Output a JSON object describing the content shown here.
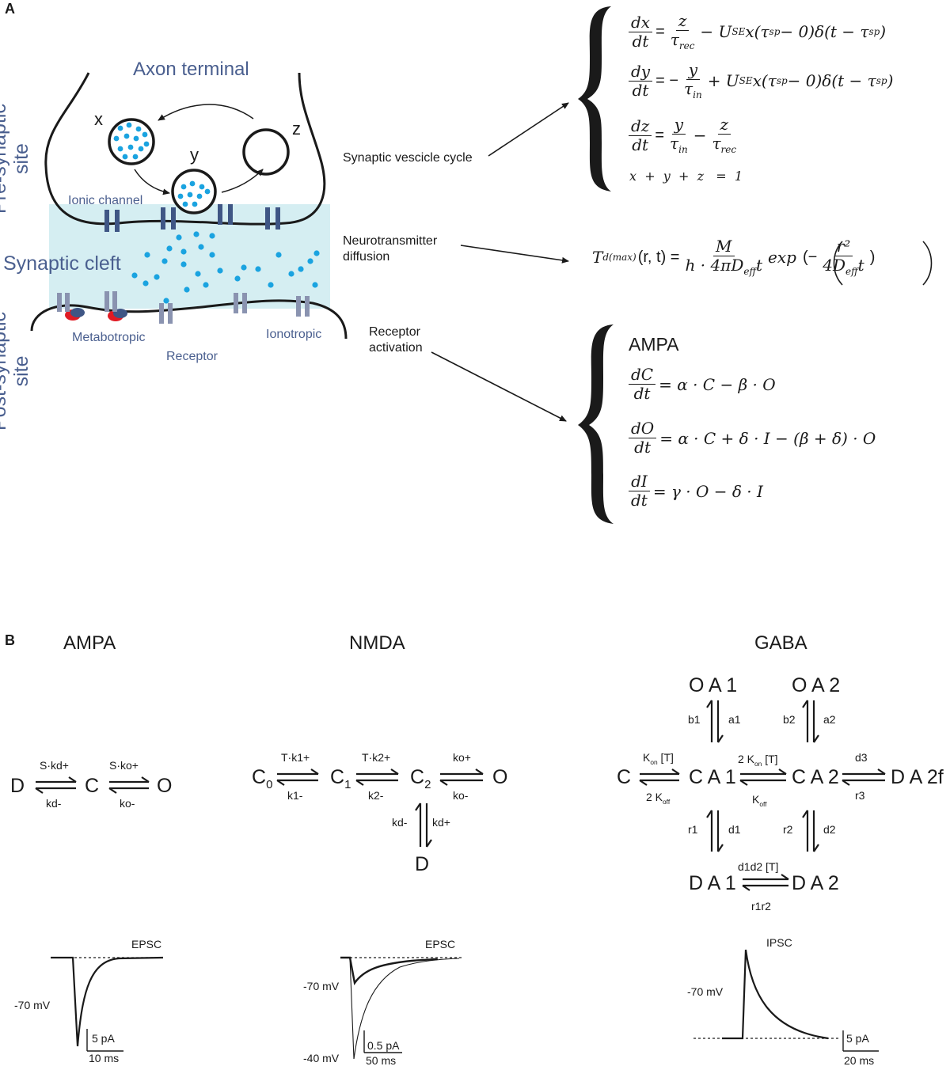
{
  "panels": {
    "a": "A",
    "b": "B"
  },
  "panel_a": {
    "axon_terminal": "Axon terminal",
    "pre_synaptic": {
      "line1": "Pre-synaptic",
      "line2": "site"
    },
    "post_synaptic": {
      "line1": "Post-synaptic",
      "line2": "site"
    },
    "synaptic_cleft": "Synaptic cleft",
    "ionic_channel": "Ionic channel",
    "metabotropic": "Metabotropic",
    "receptor": "Receptor",
    "ionotropic": "Ionotropic",
    "vesicle_labels": {
      "x": "x",
      "y": "y",
      "z": "z"
    },
    "processes": {
      "vesicle_cycle": "Synaptic vescicle cycle",
      "diffusion": {
        "line1": "Neurotransmitter",
        "line2": "diffusion"
      },
      "activation": {
        "line1": "Receptor",
        "line2": "activation"
      }
    },
    "vesicle_equations": {
      "eq1": {
        "num": "dx",
        "den": "dt",
        "eq": "=",
        "rhs_num": "z",
        "rhs_den": "τ",
        "rhs_den_sub": "rec",
        "rest": "− U",
        "rest_sub": "SE",
        "tail": "x(τ",
        "tail_sub": "sp",
        "tail2": " − 0)δ(t − τ",
        "tail2_sub": "sp",
        "tail3": ")"
      },
      "eq2": {
        "num": "dy",
        "den": "dt",
        "eq": "= −",
        "rhs_num": "y",
        "rhs_den": "τ",
        "rhs_den_sub": "in",
        "rest": "+ U",
        "rest_sub": "SE",
        "tail": "x(τ",
        "tail_sub": "sp",
        "tail2": " − 0)δ(t − τ",
        "tail2_sub": "sp",
        "tail3": ")"
      },
      "eq3": {
        "num": "dz",
        "den": "dt",
        "eq": "=",
        "a_num": "y",
        "a_den": "τ",
        "a_den_sub": "in",
        "minus": "−",
        "b_num": "z",
        "b_den": "τ",
        "b_den_sub": "rec"
      },
      "eq4": "x  +  y  +  z   =  1"
    },
    "diffusion_equation": {
      "lhs": "T",
      "lhs_sub": "d(max)",
      "args": "(r, t) =",
      "num": "M",
      "den": "h · 4πD",
      "den_sub": "eff",
      "den_tail": "t",
      "exp": "exp",
      "paren_l": "(−",
      "num2": "r²",
      "den2": "4D",
      "den2_sub": "eff",
      "den2_tail": "t",
      "paren_r": ")"
    },
    "ampa_equations": {
      "title": "AMPA",
      "eq1": {
        "num": "dC",
        "den": "dt",
        "rhs": "= α · C − β · O"
      },
      "eq2": {
        "num": "dO",
        "den": "dt",
        "rhs": "= α · C + δ · I − (β + δ) · O"
      },
      "eq3": {
        "num": "dI",
        "den": "dt",
        "rhs": "= γ · O − δ · I"
      }
    }
  },
  "panel_b": {
    "ampa": {
      "title": "AMPA",
      "states": {
        "d": "D",
        "c": "C",
        "o": "O"
      },
      "rates": {
        "dc_fwd": "S·kd+",
        "dc_back": "kd-",
        "co_fwd": "S·ko+",
        "co_back": "ko-"
      },
      "trace": {
        "label": "EPSC",
        "voltage": "-70 mV",
        "scale_y": "5 pA",
        "scale_x": "10 ms"
      }
    },
    "nmda": {
      "title": "NMDA",
      "states": {
        "c0": "C",
        "c0_sub": "0",
        "c1": "C",
        "c1_sub": "1",
        "c2": "C",
        "c2_sub": "2",
        "o": "O",
        "d": "D"
      },
      "rates": {
        "c0c1_fwd": "T·k1+",
        "c0c1_back": "k1-",
        "c1c2_fwd": "T·k2+",
        "c1c2_back": "k2-",
        "c2o_fwd": "ko+",
        "c2o_back": "ko-",
        "c2d_left": "kd-",
        "c2d_right": "kd+"
      },
      "trace": {
        "label": "EPSC",
        "voltage_top": "-70 mV",
        "voltage_bottom": "-40 mV",
        "scale_y": "0.5 pA",
        "scale_x": "50 ms"
      }
    },
    "gaba": {
      "title": "GABA",
      "states": {
        "oa1": "O A 1",
        "oa2": "O A 2",
        "c": "C",
        "ca1": "C A 1",
        "ca2": "C A 2",
        "da2f": "D A 2f",
        "da1": "D A 1",
        "da2": "D A 2"
      },
      "rates": {
        "b1": "b1",
        "a1": "a1",
        "b2": "b2",
        "a2": "a2",
        "kon_pre": "K",
        "kon_sub": "on",
        "kon_post": " [T]",
        "koff_pre": "2 K",
        "koff_sub": "off",
        "kon2_pre": "2 K",
        "kon2_sub": "on",
        "kon2_post": " [T]",
        "koff2_pre": "K",
        "koff2_sub": "off",
        "d3": "d3",
        "r3": "r3",
        "r1": "r1",
        "d1": "d1",
        "r2": "r2",
        "d2": "d2",
        "d1d2": "d1d2 [T]",
        "r1r2": "r1r2"
      },
      "trace": {
        "label": "IPSC",
        "voltage": "-70 mV",
        "scale_y": "5 pA",
        "scale_x": "20 ms"
      }
    }
  },
  "colors": {
    "label_blue": "#4a5f8f",
    "cleft": "#d5eef2",
    "vesicle_dot": "#1aa3e0",
    "channel": "#3f5685",
    "receptor": "#8a93b0",
    "red": "#e01b24"
  }
}
